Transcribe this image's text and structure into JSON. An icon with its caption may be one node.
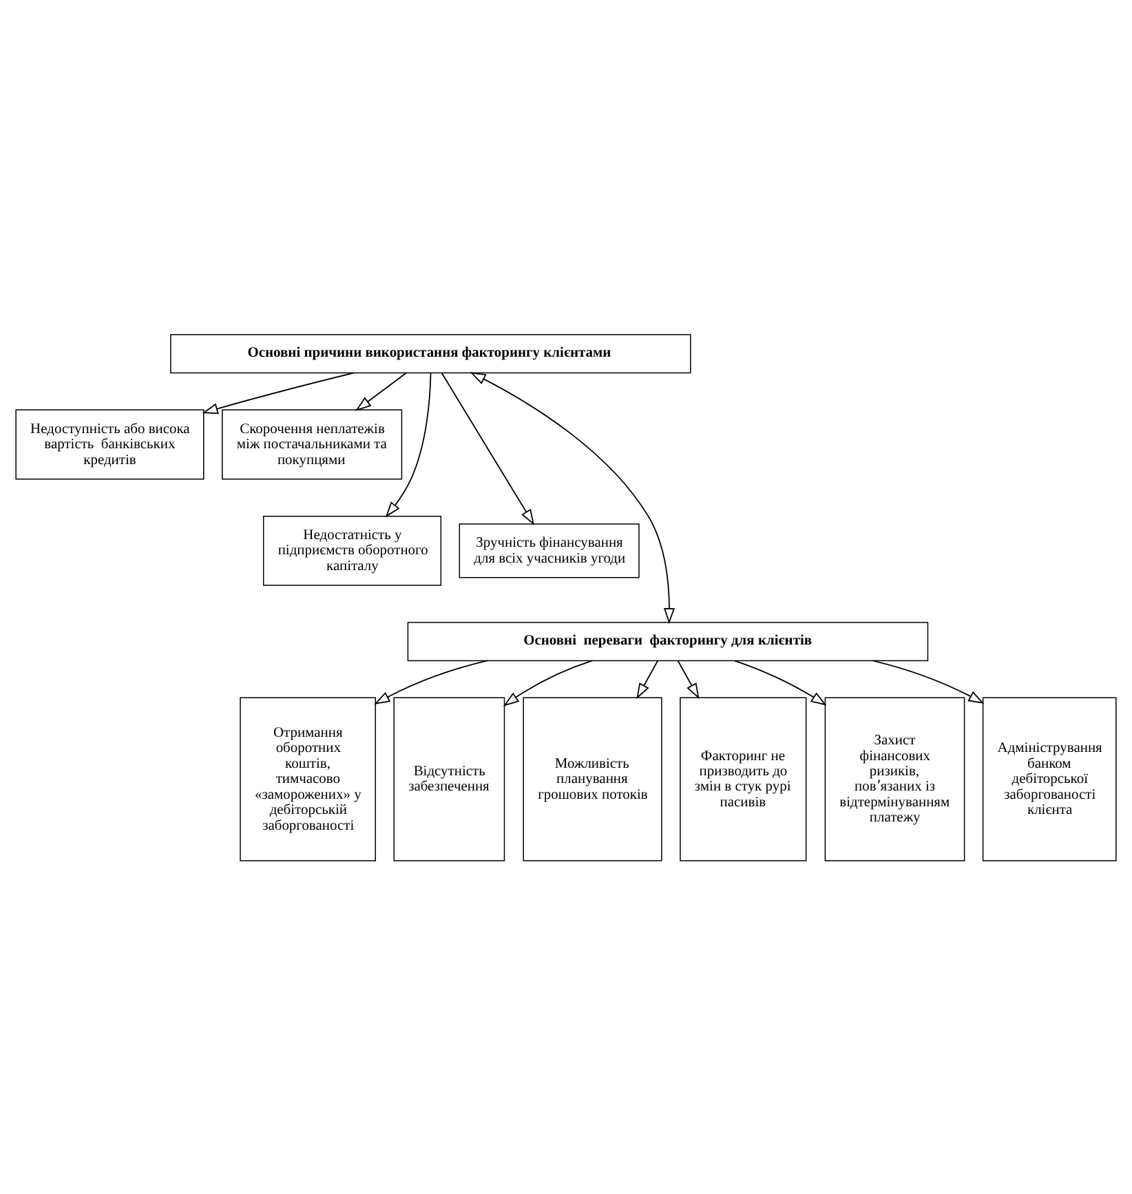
{
  "diagram": {
    "nodes": [
      {
        "text": [
          "Основні причини використання факторингу клієнтами"
        ]
      },
      {
        "text": [
          "Недоступність або висока вартість  банківських кредитів"
        ]
      },
      {
        "text": [
          "Скорочення неплатежів між постачальниками та покупцями"
        ]
      },
      {
        "text": [
          "Недостатність у підприємств оборотного капіталу"
        ]
      },
      {
        "text": [
          "Зручність фінансування для всіх учасників угоди"
        ]
      },
      {
        "text": [
          "Основні  переваги  факторингу для клієнтів"
        ]
      },
      {
        "text": [
          "Отримання оборотних коштів, тимчасово «заморожених» у дебіторській заборгованості"
        ]
      },
      {
        "text": [
          "Відсутність забезпечення"
        ]
      },
      {
        "text": [
          "Можливість планування грошових потоків"
        ]
      },
      {
        "text": [
          "Факторинг не призводить до  змін в стук рурі пасивів"
        ]
      },
      {
        "text": [
          "Захист фінансових ризиків, пов՚язаних із відтермінуванням платежу"
        ]
      },
      {
        "text": [
          "Адміністрування  банком дебіторської заборгованості клієнта"
        ]
      }
    ],
    "edges": [
      {
        "from": 0,
        "to": 1,
        "arrow": "to"
      },
      {
        "from": 0,
        "to": 3,
        "arrow": "to"
      },
      {
        "from": 0,
        "to": 5,
        "arrow": "both"
      },
      {
        "from": 0,
        "to": 4,
        "arrow": "to"
      },
      {
        "from": 0,
        "to": 2,
        "arrow": "to"
      },
      {
        "from": 5,
        "to": 6,
        "arrow": "to"
      },
      {
        "from": 5,
        "to": 7,
        "arrow": "to"
      },
      {
        "from": 5,
        "to": 8,
        "arrow": "to"
      },
      {
        "from": 5,
        "to": 9,
        "arrow": "to"
      },
      {
        "from": 5,
        "to": 10,
        "arrow": "to"
      },
      {
        "from": 5,
        "to": 11,
        "arrow": "to"
      }
    ]
  }
}
